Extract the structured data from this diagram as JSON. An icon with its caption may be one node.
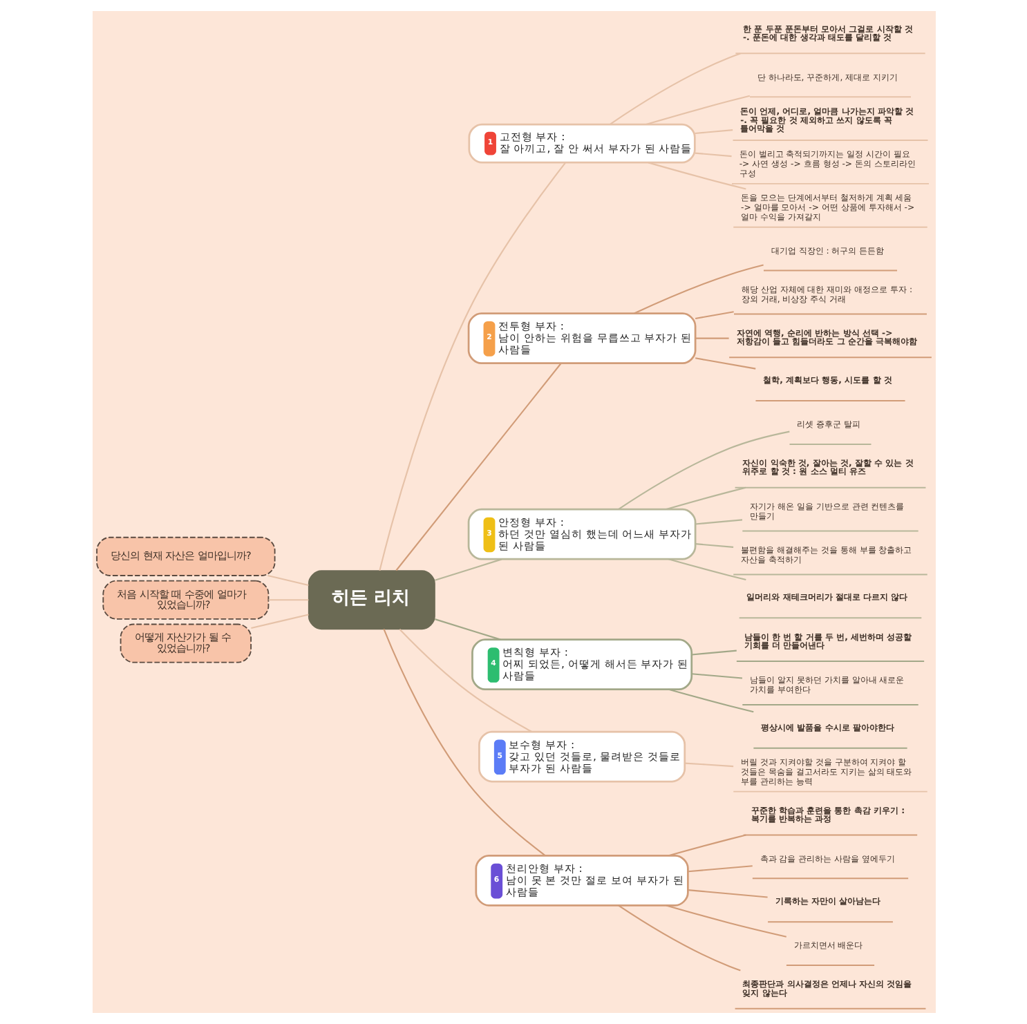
{
  "diagram": {
    "nodes": [
      {
        "text": [
          "히든 리치"
        ]
      },
      {
        "text": [
          "당신의 현재 자산은 얼마입니까?"
        ]
      },
      {
        "text": [
          "처음 시작할 때 수중에 얼마가 있었습니까?"
        ]
      },
      {
        "text": [
          "어떻게 자산가가 될 수 있었습니까?"
        ]
      },
      {
        "text": [
          "1",
          "고전형 부자 :",
          "잘 아끼고, 잘 안 써서 부자가 된 사람들"
        ]
      },
      {
        "text": [
          "한 푼 두푼 푼돈부터 모아서 그걸로 시작할 것 -. 푼돈에 대한 생각과 태도를 달리할 것"
        ]
      },
      {
        "text": [
          "단 하나라도, 꾸준하게, 제대로 지키기"
        ]
      },
      {
        "text": [
          "돈이 언제, 어디로, 얼마큼 나가는지 파악할 것 -. 꼭 필요한 것 제외하고 쓰지 않도록 꼭 틀어막을 것"
        ]
      },
      {
        "text": [
          "돈이 벌리고 축적되기까지는 일정 시간이 필요 -> 사연 생성 -> 흐름 형성 -> 돈의 스토리라인 구성"
        ]
      },
      {
        "text": [
          "돈을 모으는 단계에서부터 철저하게 계획 세움 -> 얼마를 모아서 -> 어떤 상품에 투자해서 -> 얼마 수익을 가져갈지"
        ]
      },
      {
        "text": [
          "2",
          "전투형 부자 :",
          "남이 안하는 위험을 무릅쓰고 부자가 된 사람들"
        ]
      },
      {
        "text": [
          "대기업 직장인 : 허구의 든든함"
        ]
      },
      {
        "text": [
          "해당 산업 자체에 대한 재미와 애정으로 투자 : 장외 거래, 비상장 주식 거래"
        ]
      },
      {
        "text": [
          "자연에 역행, 순리에 반하는 방식 선택 -> 저항감이 들고 힘들더라도 그 순간을 극복해야함"
        ]
      },
      {
        "text": [
          "철학, 계획보다 행동, 시도를 할 것"
        ]
      },
      {
        "text": [
          "3",
          "안정형 부자 :",
          "하던 것만 열심히 했는데 어느새 부자가 된 사람들"
        ]
      },
      {
        "text": [
          "리셋 증후군 탈피"
        ]
      },
      {
        "text": [
          "자신이 익숙한 것, 잘아는 것, 잘할 수 있는 것 위주로 할 것 : 원 소스 멀티 유즈"
        ]
      },
      {
        "text": [
          "자기가 해온 일을 기반으로 관련 컨텐츠를 만들기"
        ]
      },
      {
        "text": [
          "불편함을 해결해주는 것을 통해 부를 창출하고 자산을 축적하기"
        ]
      },
      {
        "text": [
          "일머리와 재테크머리가 절대로 다르지 않다"
        ]
      },
      {
        "text": [
          "4",
          "변칙형 부자 :",
          "어찌 되었든, 어떻게 해서든 부자가 된 사람들"
        ]
      },
      {
        "text": [
          "남들이 한 번 할 거를 두 번, 세번하며 성공할 기회를 더 만들어낸다"
        ]
      },
      {
        "text": [
          "남들이 알지 못하던 가치를 알아내 새로운 가치를 부여한다"
        ]
      },
      {
        "text": [
          "평상시에 발품을 수시로 팔아야한다"
        ]
      },
      {
        "text": [
          "5",
          "보수형 부자 :",
          "갖고 있던 것들로, 물려받은 것들로 부자가 된 사람들"
        ]
      },
      {
        "text": [
          "버릴 것과 지켜야할 것을 구분하여 지켜야 할 것들은 목숨을 걸고서라도 지키는 삶의 태도와 부를 관리하는 능력"
        ]
      },
      {
        "text": [
          "6",
          "천리안형 부자 :",
          "남이 못 본 것만 절로 보여 부자가 된 사람들"
        ]
      },
      {
        "text": [
          "꾸준한 학습과 훈련을 통한 촉감 키우기 : 복기를 반복하는 과정"
        ]
      },
      {
        "text": [
          "촉과 감을 관리하는 사람을 옆에두기"
        ]
      },
      {
        "text": [
          "기록하는 자만이 살아남는다"
        ]
      },
      {
        "text": [
          "가르치면서 배운다"
        ]
      },
      {
        "text": [
          "최종판단과 의사결정은 언제나 자신의 것임을 잊지 않는다"
        ]
      }
    ],
    "edges": [
      {
        "from": 1,
        "to": 0,
        "arrow": "none",
        "color": "#e6c2a8"
      },
      {
        "from": 2,
        "to": 0,
        "arrow": "none",
        "color": "#e6c2a8"
      },
      {
        "from": 3,
        "to": 0,
        "arrow": "none",
        "color": "#e6c2a8"
      },
      {
        "from": 0,
        "to": 4,
        "arrow": "none",
        "color": "#e6c2a8"
      },
      {
        "from": 0,
        "to": 10,
        "arrow": "none",
        "color": "#d19c78"
      },
      {
        "from": 0,
        "to": 15,
        "arrow": "none",
        "color": "#b8b79a"
      },
      {
        "from": 0,
        "to": 21,
        "arrow": "none",
        "color": "#a2a888"
      },
      {
        "from": 0,
        "to": 25,
        "arrow": "none",
        "color": "#e6c2a8"
      },
      {
        "from": 0,
        "to": 27,
        "arrow": "none",
        "color": "#d19c78"
      },
      {
        "from": 4,
        "to": 5,
        "arrow": "none",
        "color": "#e6c2a8"
      },
      {
        "from": 4,
        "to": 6,
        "arrow": "none",
        "color": "#e6c2a8"
      },
      {
        "from": 4,
        "to": 7,
        "arrow": "none",
        "color": "#e6c2a8"
      },
      {
        "from": 4,
        "to": 8,
        "arrow": "none",
        "color": "#e6c2a8"
      },
      {
        "from": 4,
        "to": 9,
        "arrow": "none",
        "color": "#e6c2a8"
      },
      {
        "from": 10,
        "to": 11,
        "arrow": "none",
        "color": "#d19c78"
      },
      {
        "from": 10,
        "to": 12,
        "arrow": "none",
        "color": "#d19c78"
      },
      {
        "from": 10,
        "to": 13,
        "arrow": "none",
        "color": "#d19c78"
      },
      {
        "from": 10,
        "to": 14,
        "arrow": "none",
        "color": "#d19c78"
      },
      {
        "from": 15,
        "to": 16,
        "arrow": "none",
        "color": "#b8b79a"
      },
      {
        "from": 15,
        "to": 17,
        "arrow": "none",
        "color": "#b8b79a"
      },
      {
        "from": 15,
        "to": 18,
        "arrow": "none",
        "color": "#b8b79a"
      },
      {
        "from": 15,
        "to": 19,
        "arrow": "none",
        "color": "#b8b79a"
      },
      {
        "from": 15,
        "to": 20,
        "arrow": "none",
        "color": "#b8b79a"
      },
      {
        "from": 21,
        "to": 22,
        "arrow": "none",
        "color": "#a2a888"
      },
      {
        "from": 21,
        "to": 23,
        "arrow": "none",
        "color": "#a2a888"
      },
      {
        "from": 21,
        "to": 24,
        "arrow": "none",
        "color": "#a2a888"
      },
      {
        "from": 25,
        "to": 26,
        "arrow": "none",
        "color": "#e6c2a8"
      },
      {
        "from": 27,
        "to": 28,
        "arrow": "none",
        "color": "#d19c78"
      },
      {
        "from": 27,
        "to": 29,
        "arrow": "none",
        "color": "#d19c78"
      },
      {
        "from": 27,
        "to": 30,
        "arrow": "none",
        "color": "#d19c78"
      },
      {
        "from": 27,
        "to": 31,
        "arrow": "none",
        "color": "#d19c78"
      },
      {
        "from": 27,
        "to": 32,
        "arrow": "none",
        "color": "#d19c78"
      }
    ]
  }
}
